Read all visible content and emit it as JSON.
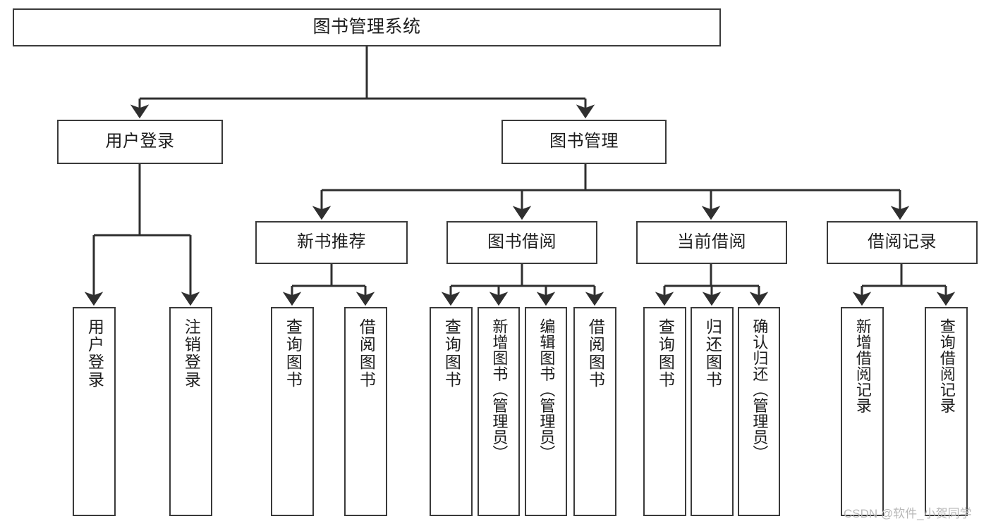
{
  "diagram": {
    "type": "tree-hierarchy",
    "title": "图书管理系统",
    "orientation": "top-down",
    "colors": {
      "node_border": "#3a3a3a",
      "node_fill": "#ffffff",
      "connector": "#2f2f2f",
      "text": "#1d1d1d",
      "watermark": "#b8b8b8"
    },
    "root": {
      "label": "图书管理系统"
    },
    "level2": [
      {
        "label": "用户登录"
      },
      {
        "label": "图书管理"
      }
    ],
    "level3": [
      {
        "label": "新书推荐"
      },
      {
        "label": "图书借阅"
      },
      {
        "label": "当前借阅"
      },
      {
        "label": "借阅记录"
      }
    ],
    "leaves": {
      "user_login": [
        {
          "label": "用户登录"
        },
        {
          "label": "注销登录"
        }
      ],
      "new_book_recommend": [
        {
          "label": "查询图书"
        },
        {
          "label": "借阅图书"
        }
      ],
      "book_borrow": [
        {
          "label": "查询图书"
        },
        {
          "label": "新增图书（管理员）"
        },
        {
          "label": "编辑图书（管理员）"
        },
        {
          "label": "借阅图书"
        }
      ],
      "current_borrow": [
        {
          "label": "查询图书"
        },
        {
          "label": "归还图书"
        },
        {
          "label": "确认归还（管理员）"
        }
      ],
      "borrow_record": [
        {
          "label": "新增借阅记录"
        },
        {
          "label": "查询借阅记录"
        }
      ]
    }
  },
  "watermark": {
    "text": "CSDN @软件_小贺同学"
  }
}
